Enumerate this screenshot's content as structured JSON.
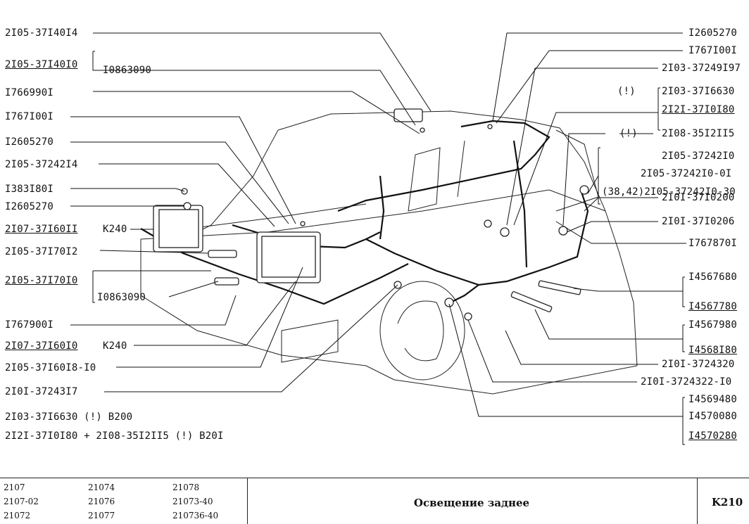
{
  "left_labels": [
    {
      "id": "l1",
      "text": "2I05-37I40I4",
      "underline": false
    },
    {
      "id": "l2",
      "text": "2I05-37I40I0",
      "underline": true
    },
    {
      "id": "l2b",
      "text": "I0863090",
      "underline": false
    },
    {
      "id": "l3",
      "text": "I766990I",
      "underline": false
    },
    {
      "id": "l4",
      "text": "I767I00I",
      "underline": false
    },
    {
      "id": "l5",
      "text": "I2605270",
      "underline": false
    },
    {
      "id": "l6",
      "text": "2I05-37242I4",
      "underline": false
    },
    {
      "id": "l7",
      "text": "I383I80I",
      "underline": false
    },
    {
      "id": "l8",
      "text": "I2605270",
      "underline": false
    },
    {
      "id": "l9",
      "text": "2I07-37I60II",
      "underline": true
    },
    {
      "id": "l9b",
      "text": "K240",
      "underline": false
    },
    {
      "id": "l10",
      "text": "2I05-37I70I2",
      "underline": false
    },
    {
      "id": "l11",
      "text": "2I05-37I70I0",
      "underline": true
    },
    {
      "id": "l11b",
      "text": "I0863090",
      "underline": false
    },
    {
      "id": "l12",
      "text": "I767900I",
      "underline": false
    },
    {
      "id": "l13",
      "text": "2I07-37I60I0",
      "underline": true
    },
    {
      "id": "l13b",
      "text": "K240",
      "underline": false
    },
    {
      "id": "l14",
      "text": "2I05-37I60I8-I0",
      "underline": false
    },
    {
      "id": "l15",
      "text": "2I0I-37243I7",
      "underline": false
    },
    {
      "id": "l16",
      "text": "2I03-37I6630  (!)  B200",
      "underline": false
    },
    {
      "id": "l17",
      "text": "2I2I-37I0I80 + 2I08-35I2II5 (!) B20I",
      "underline": false
    }
  ],
  "right_labels": [
    {
      "id": "r1",
      "text": "I2605270"
    },
    {
      "id": "r2",
      "text": "I767I00I"
    },
    {
      "id": "r3",
      "text": "2I03-37249I97"
    },
    {
      "id": "r4a",
      "text": "(!)"
    },
    {
      "id": "r4",
      "text": "2I03-37I6630"
    },
    {
      "id": "r5",
      "text": "2I2I-37I0I80"
    },
    {
      "id": "r6a",
      "text": "(!)"
    },
    {
      "id": "r6",
      "text": "2I08-35I2II5"
    },
    {
      "id": "r7",
      "text": "2I05-37242I0"
    },
    {
      "id": "r8",
      "text": "2I05-37242I0-0I"
    },
    {
      "id": "r9",
      "text": "(38,42)2I05-37242I0-30"
    },
    {
      "id": "r10",
      "text": "2I0I-37I0200"
    },
    {
      "id": "r11",
      "text": "2I0I-37I0206"
    },
    {
      "id": "r12",
      "text": "I767870I"
    },
    {
      "id": "r13",
      "text": "I4567680"
    },
    {
      "id": "r14",
      "text": "I4567780"
    },
    {
      "id": "r15",
      "text": "I4567980"
    },
    {
      "id": "r16",
      "text": "I4568I80"
    },
    {
      "id": "r17",
      "text": "2I0I-3724320"
    },
    {
      "id": "r18",
      "text": "2I0I-3724322-I0"
    },
    {
      "id": "r19",
      "text": "I4569480"
    },
    {
      "id": "r20",
      "text": "I4570080"
    },
    {
      "id": "r21",
      "text": "I4570280"
    }
  ],
  "footer": {
    "models": [
      [
        "2107",
        "21074",
        "21078"
      ],
      [
        "2107-02",
        "21076",
        "21073-40"
      ],
      [
        "21072",
        "21077",
        "210736-40"
      ]
    ],
    "title": "Освещение заднее",
    "code": "K210"
  }
}
